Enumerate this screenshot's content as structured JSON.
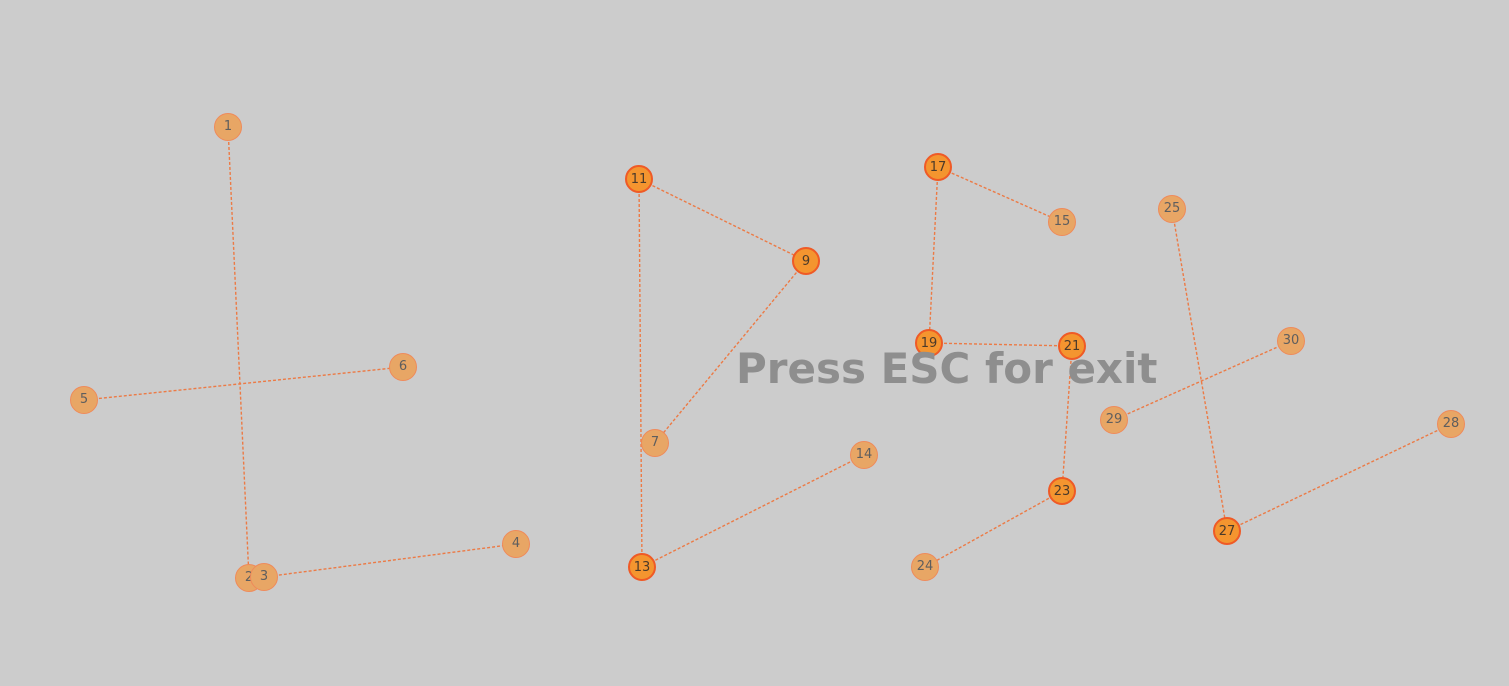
{
  "hint": "Press ESC for exit",
  "colors": {
    "background": "#cccccc",
    "link": "#ec7a45",
    "node_fill": "#e8a665",
    "node_fill_hot": "#f4952f",
    "node_border": "#ef8a5a",
    "node_border_hot": "#ef5a26",
    "hint_text": "#8e8e8e"
  },
  "nodes": [
    {
      "id": "1",
      "label": "1",
      "hot": false
    },
    {
      "id": "2",
      "label": "2",
      "hot": false
    },
    {
      "id": "3",
      "label": "3",
      "hot": false
    },
    {
      "id": "4",
      "label": "4",
      "hot": false
    },
    {
      "id": "5",
      "label": "5",
      "hot": false
    },
    {
      "id": "6",
      "label": "6",
      "hot": false
    },
    {
      "id": "7",
      "label": "7",
      "hot": false
    },
    {
      "id": "9",
      "label": "9",
      "hot": true
    },
    {
      "id": "11",
      "label": "11",
      "hot": true
    },
    {
      "id": "13",
      "label": "13",
      "hot": true
    },
    {
      "id": "14",
      "label": "14",
      "hot": false
    },
    {
      "id": "15",
      "label": "15",
      "hot": false
    },
    {
      "id": "17",
      "label": "17",
      "hot": true
    },
    {
      "id": "19",
      "label": "19",
      "hot": true
    },
    {
      "id": "21",
      "label": "21",
      "hot": true
    },
    {
      "id": "23",
      "label": "23",
      "hot": true
    },
    {
      "id": "24",
      "label": "24",
      "hot": false
    },
    {
      "id": "25",
      "label": "25",
      "hot": false
    },
    {
      "id": "27",
      "label": "27",
      "hot": true
    },
    {
      "id": "28",
      "label": "28",
      "hot": false
    },
    {
      "id": "29",
      "label": "29",
      "hot": false
    },
    {
      "id": "30",
      "label": "30",
      "hot": false
    }
  ],
  "links": [
    [
      "1",
      "2"
    ],
    [
      "3",
      "4"
    ],
    [
      "5",
      "6"
    ],
    [
      "11",
      "9"
    ],
    [
      "9",
      "7"
    ],
    [
      "11",
      "13"
    ],
    [
      "13",
      "14"
    ],
    [
      "17",
      "15"
    ],
    [
      "17",
      "19"
    ],
    [
      "19",
      "21"
    ],
    [
      "21",
      "23"
    ],
    [
      "23",
      "24"
    ],
    [
      "25",
      "27"
    ],
    [
      "27",
      "28"
    ],
    [
      "29",
      "30"
    ]
  ]
}
